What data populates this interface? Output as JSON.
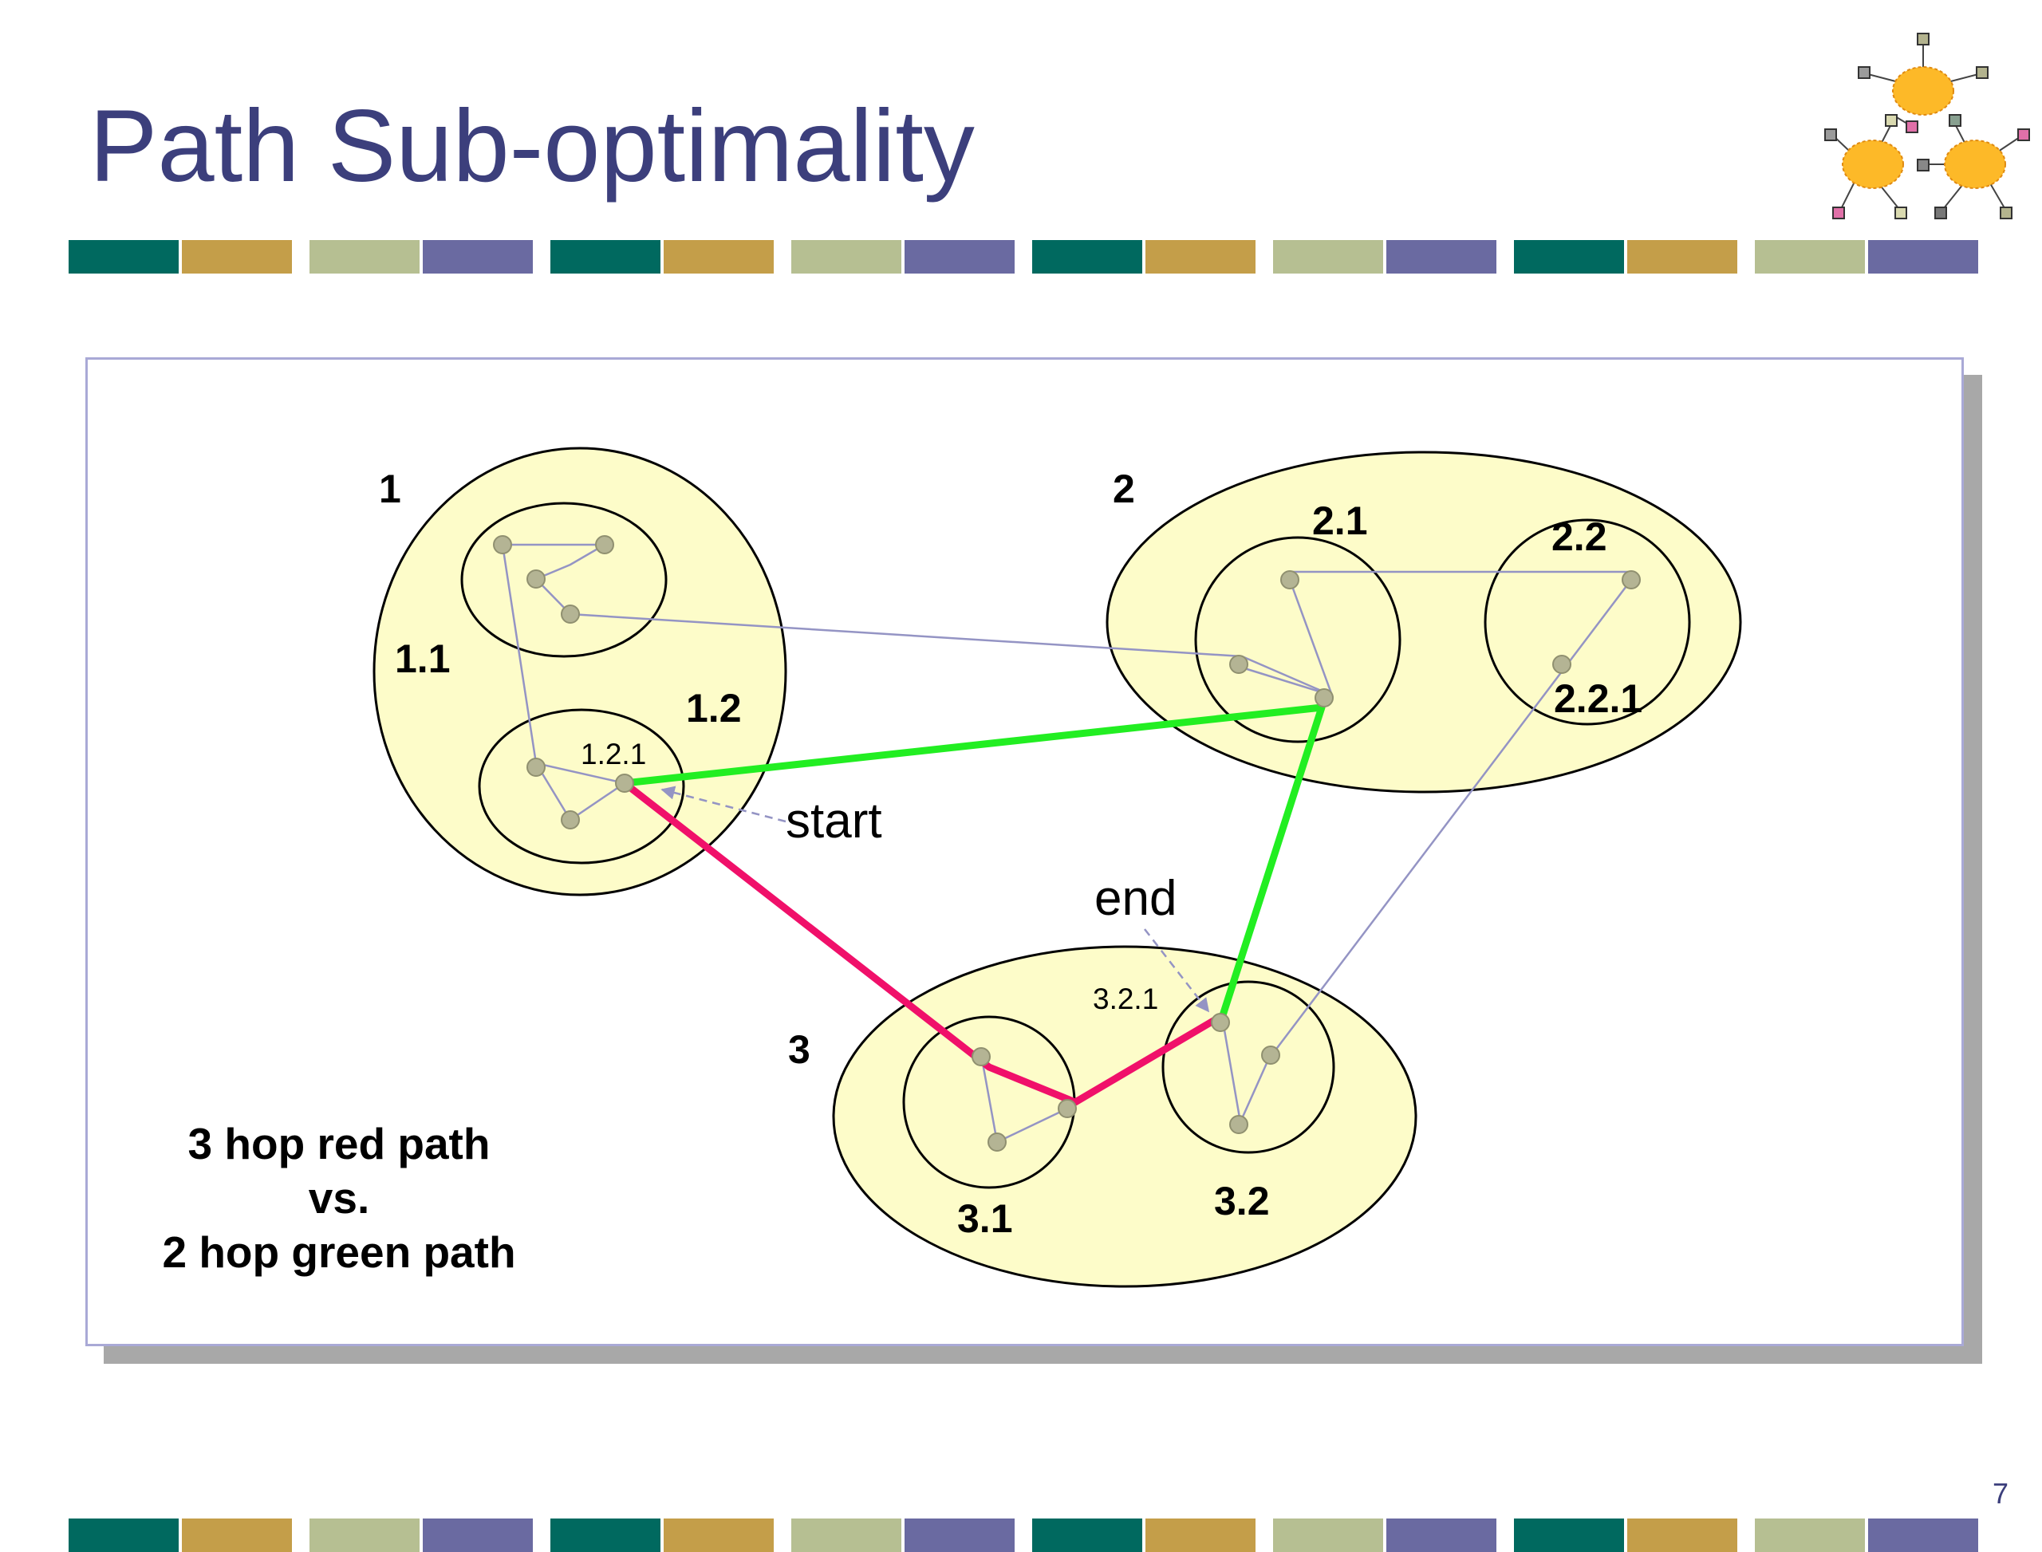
{
  "slide": {
    "title": "Path Sub-optimality",
    "page_number": "7",
    "band_colors": [
      "#00695f",
      "#c49e49",
      "#b6bf92",
      "#6a6aa1"
    ]
  },
  "diagram": {
    "clusters": {
      "c1": "1",
      "c2": "2",
      "c3": "3"
    },
    "subclusters": {
      "s11": "1.1",
      "s12": "1.2",
      "s21": "2.1",
      "s22": "2.2",
      "s31": "3.1",
      "s32": "3.2"
    },
    "nodes": {
      "n121": "1.2.1",
      "n221": "2.2.1",
      "n321": "3.2.1"
    },
    "annotations": {
      "start": "start",
      "end": "end"
    },
    "caption": {
      "line1": "3 hop red path",
      "line2": "vs.",
      "line3": "2 hop green path"
    },
    "colors": {
      "cluster_fill": "#fdfcc9",
      "node_fill": "#b4b494",
      "thin_edge": "#9494c4",
      "red_path": "#f0106a",
      "green_path": "#22ee22"
    }
  }
}
